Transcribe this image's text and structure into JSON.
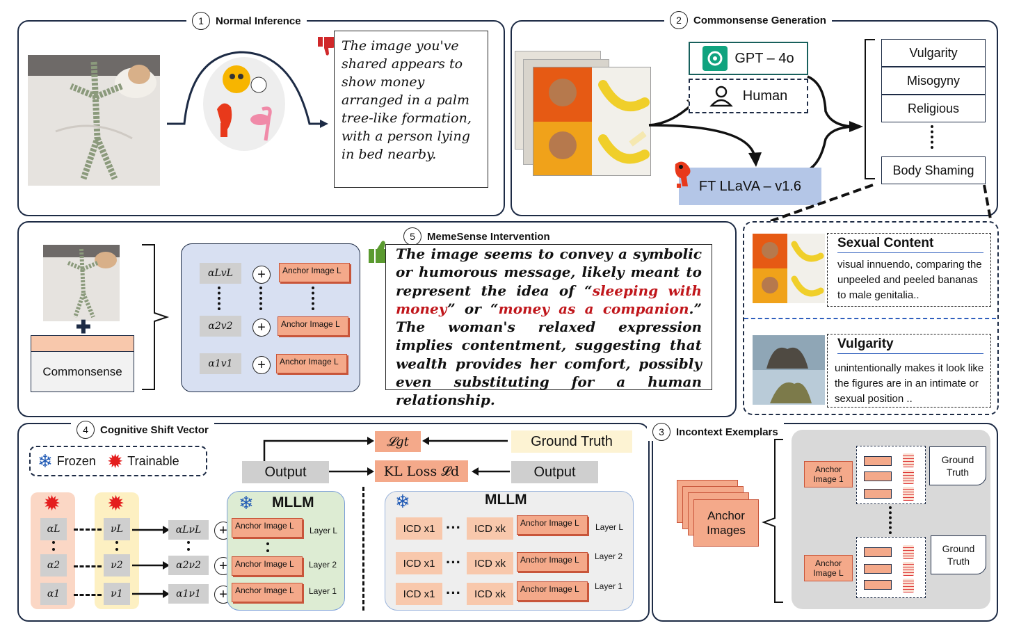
{
  "sections": {
    "s1": {
      "num": "1",
      "title": "Normal Inference"
    },
    "s2": {
      "num": "2",
      "title": "Commonsense Generation"
    },
    "s3": {
      "num": "3",
      "title": "Incontext Exemplars"
    },
    "s4": {
      "num": "4",
      "title": "Cognitive Shift Vector"
    },
    "s5": {
      "num": "5",
      "title": "MemeSense Intervention"
    }
  },
  "normal_inference": {
    "response": "The image you've shared appears to show money arranged in a palm tree-like formation, with a person lying in bed nearby."
  },
  "commonsense_generation": {
    "gpt": "GPT – 4o",
    "human": "Human",
    "ft_llava": "FT LLaVA – v1.6",
    "categories": [
      "Vulgarity",
      "Misogyny",
      "Religious",
      "Body Shaming"
    ]
  },
  "exemplars": [
    {
      "title": "Sexual Content",
      "text": "visual innuendo, comparing the unpeeled and peeled bananas to male genitalia.."
    },
    {
      "title": "Vulgarity",
      "text": "unintentionally makes it look like the figures are in an intimate or sexual position .."
    }
  ],
  "intervention": {
    "commonsense": "Commonsense",
    "pairs": [
      {
        "vec": "αLvL",
        "anchor": "Anchor Image L"
      },
      {
        "vec": "α2v2",
        "anchor": "Anchor Image L"
      },
      {
        "vec": "α1v1",
        "anchor": "Anchor Image L"
      }
    ],
    "response_1": "The image seems to convey a symbolic or humorous message, likely meant to represent the idea of “",
    "highlight_1": "sleeping with money",
    "response_2": "” or “",
    "highlight_2": "money as a companion",
    "response_3": ".” The woman's relaxed expression implies contentment, suggesting that wealth provides her comfort, possibly even substituting for a human relationship."
  },
  "cognitive_shift": {
    "legend_frozen": "Frozen",
    "legend_trainable": "Trainable",
    "loss_gt": "𝓛gt",
    "ground_truth": "Ground Truth",
    "output_left": "Output",
    "kl_loss": "KL Loss 𝓛d",
    "output_right": "Output",
    "alphas": [
      "αL",
      "α2",
      "α1"
    ],
    "vs": [
      "νL",
      "ν2",
      "ν1"
    ],
    "products": [
      "αLνL",
      "α2ν2",
      "α1ν1"
    ],
    "mllm_left": {
      "title": "MLLM",
      "rows": [
        {
          "anchor": "Anchor Image L",
          "layer": "Layer L"
        },
        {
          "anchor": "Anchor Image L",
          "layer": "Layer 2"
        },
        {
          "anchor": "Anchor Image L",
          "layer": "Layer 1"
        }
      ]
    },
    "mllm_right": {
      "title": "MLLM",
      "icd_a": "ICD x1",
      "icd_b": "ICD xk",
      "rows": [
        {
          "anchor": "Anchor Image L",
          "layer": "Layer L"
        },
        {
          "anchor": "Anchor Image L",
          "layer": "Layer 2"
        },
        {
          "anchor": "Anchor Image L",
          "layer": "Layer 1"
        }
      ]
    }
  },
  "incontext": {
    "anchor_images": "Anchor Images",
    "anchor_1": "Anchor Image 1",
    "anchor_l": "Anchor Image L",
    "ground_truth": "Ground Truth"
  },
  "colors": {
    "border": "#1d2b45",
    "anchor_fill": "#f4a98a",
    "blue_panel": "#d8e0f2",
    "green_panel": "#ddecd3",
    "llava_box": "#b4c6e7",
    "ground_truth_fill": "#fdf3d3",
    "highlight_red": "#c0161b"
  }
}
